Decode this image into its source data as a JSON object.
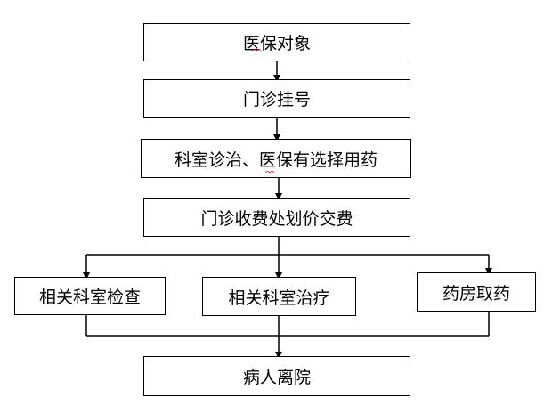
{
  "nodes": {
    "n1": "医保对象",
    "n2": "门诊挂号",
    "n3": "科室诊治、医保有选择用药",
    "n4": "门诊收费处划价交费",
    "n5": "相关科室检查",
    "n6": "相关科室治疗",
    "n7": "药房取药",
    "n8": "病人离院"
  },
  "colors": {
    "line": "#000000",
    "box_border": "#000000",
    "spell_mark": "#cc0000"
  }
}
